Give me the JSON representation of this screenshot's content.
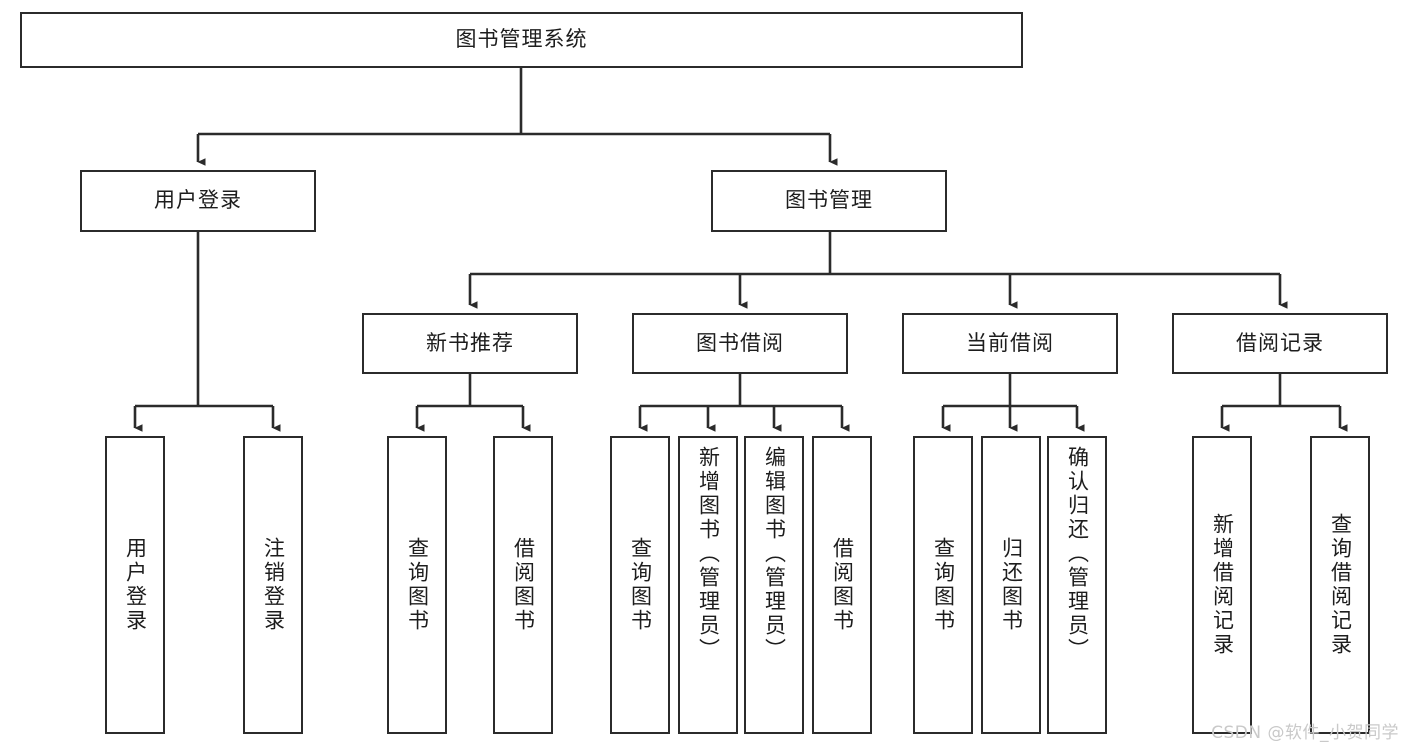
{
  "diagram": {
    "type": "tree-hierarchy",
    "title": "图书管理系统",
    "watermark": "CSDN @软件_小贺同学",
    "colors": {
      "box_border": "#2b2b2b",
      "box_fill": "#ffffff",
      "connector": "#2b2b2b",
      "text": "#1d1d1d",
      "watermark": "#c9c9c9",
      "background": "#ffffff"
    },
    "root": {
      "id": "root",
      "label": "图书管理系统"
    },
    "level2": [
      {
        "id": "user-login",
        "label": "用户登录"
      },
      {
        "id": "book-management",
        "label": "图书管理"
      }
    ],
    "level3": [
      {
        "id": "new-book-recommend",
        "label": "新书推荐",
        "parent": "book-management"
      },
      {
        "id": "book-borrow",
        "label": "图书借阅",
        "parent": "book-management"
      },
      {
        "id": "current-borrow",
        "label": "当前借阅",
        "parent": "book-management"
      },
      {
        "id": "borrow-record",
        "label": "借阅记录",
        "parent": "book-management"
      }
    ],
    "leaves": [
      {
        "id": "leaf-user-login",
        "label": "用户登录",
        "parent": "user-login",
        "align": "center"
      },
      {
        "id": "leaf-user-logout",
        "label": "注销登录",
        "parent": "user-login",
        "align": "center"
      },
      {
        "id": "leaf-query-book-1",
        "label": "查询图书",
        "parent": "new-book-recommend",
        "align": "center"
      },
      {
        "id": "leaf-borrow-book-1",
        "label": "借阅图书",
        "parent": "new-book-recommend",
        "align": "center"
      },
      {
        "id": "leaf-query-book-2",
        "label": "查询图书",
        "parent": "book-borrow",
        "align": "center"
      },
      {
        "id": "leaf-add-book",
        "label": "新增图书（管理员）",
        "parent": "book-borrow",
        "align": "top"
      },
      {
        "id": "leaf-edit-book",
        "label": "编辑图书（管理员）",
        "parent": "book-borrow",
        "align": "top"
      },
      {
        "id": "leaf-borrow-book-2",
        "label": "借阅图书",
        "parent": "book-borrow",
        "align": "center"
      },
      {
        "id": "leaf-query-book-3",
        "label": "查询图书",
        "parent": "current-borrow",
        "align": "center"
      },
      {
        "id": "leaf-return-book",
        "label": "归还图书",
        "parent": "current-borrow",
        "align": "center"
      },
      {
        "id": "leaf-confirm-return",
        "label": "确认归还（管理员）",
        "parent": "current-borrow",
        "align": "top"
      },
      {
        "id": "leaf-add-record",
        "label": "新增借阅记录",
        "parent": "borrow-record",
        "align": "center"
      },
      {
        "id": "leaf-query-record",
        "label": "查询借阅记录",
        "parent": "borrow-record",
        "align": "center"
      }
    ]
  }
}
